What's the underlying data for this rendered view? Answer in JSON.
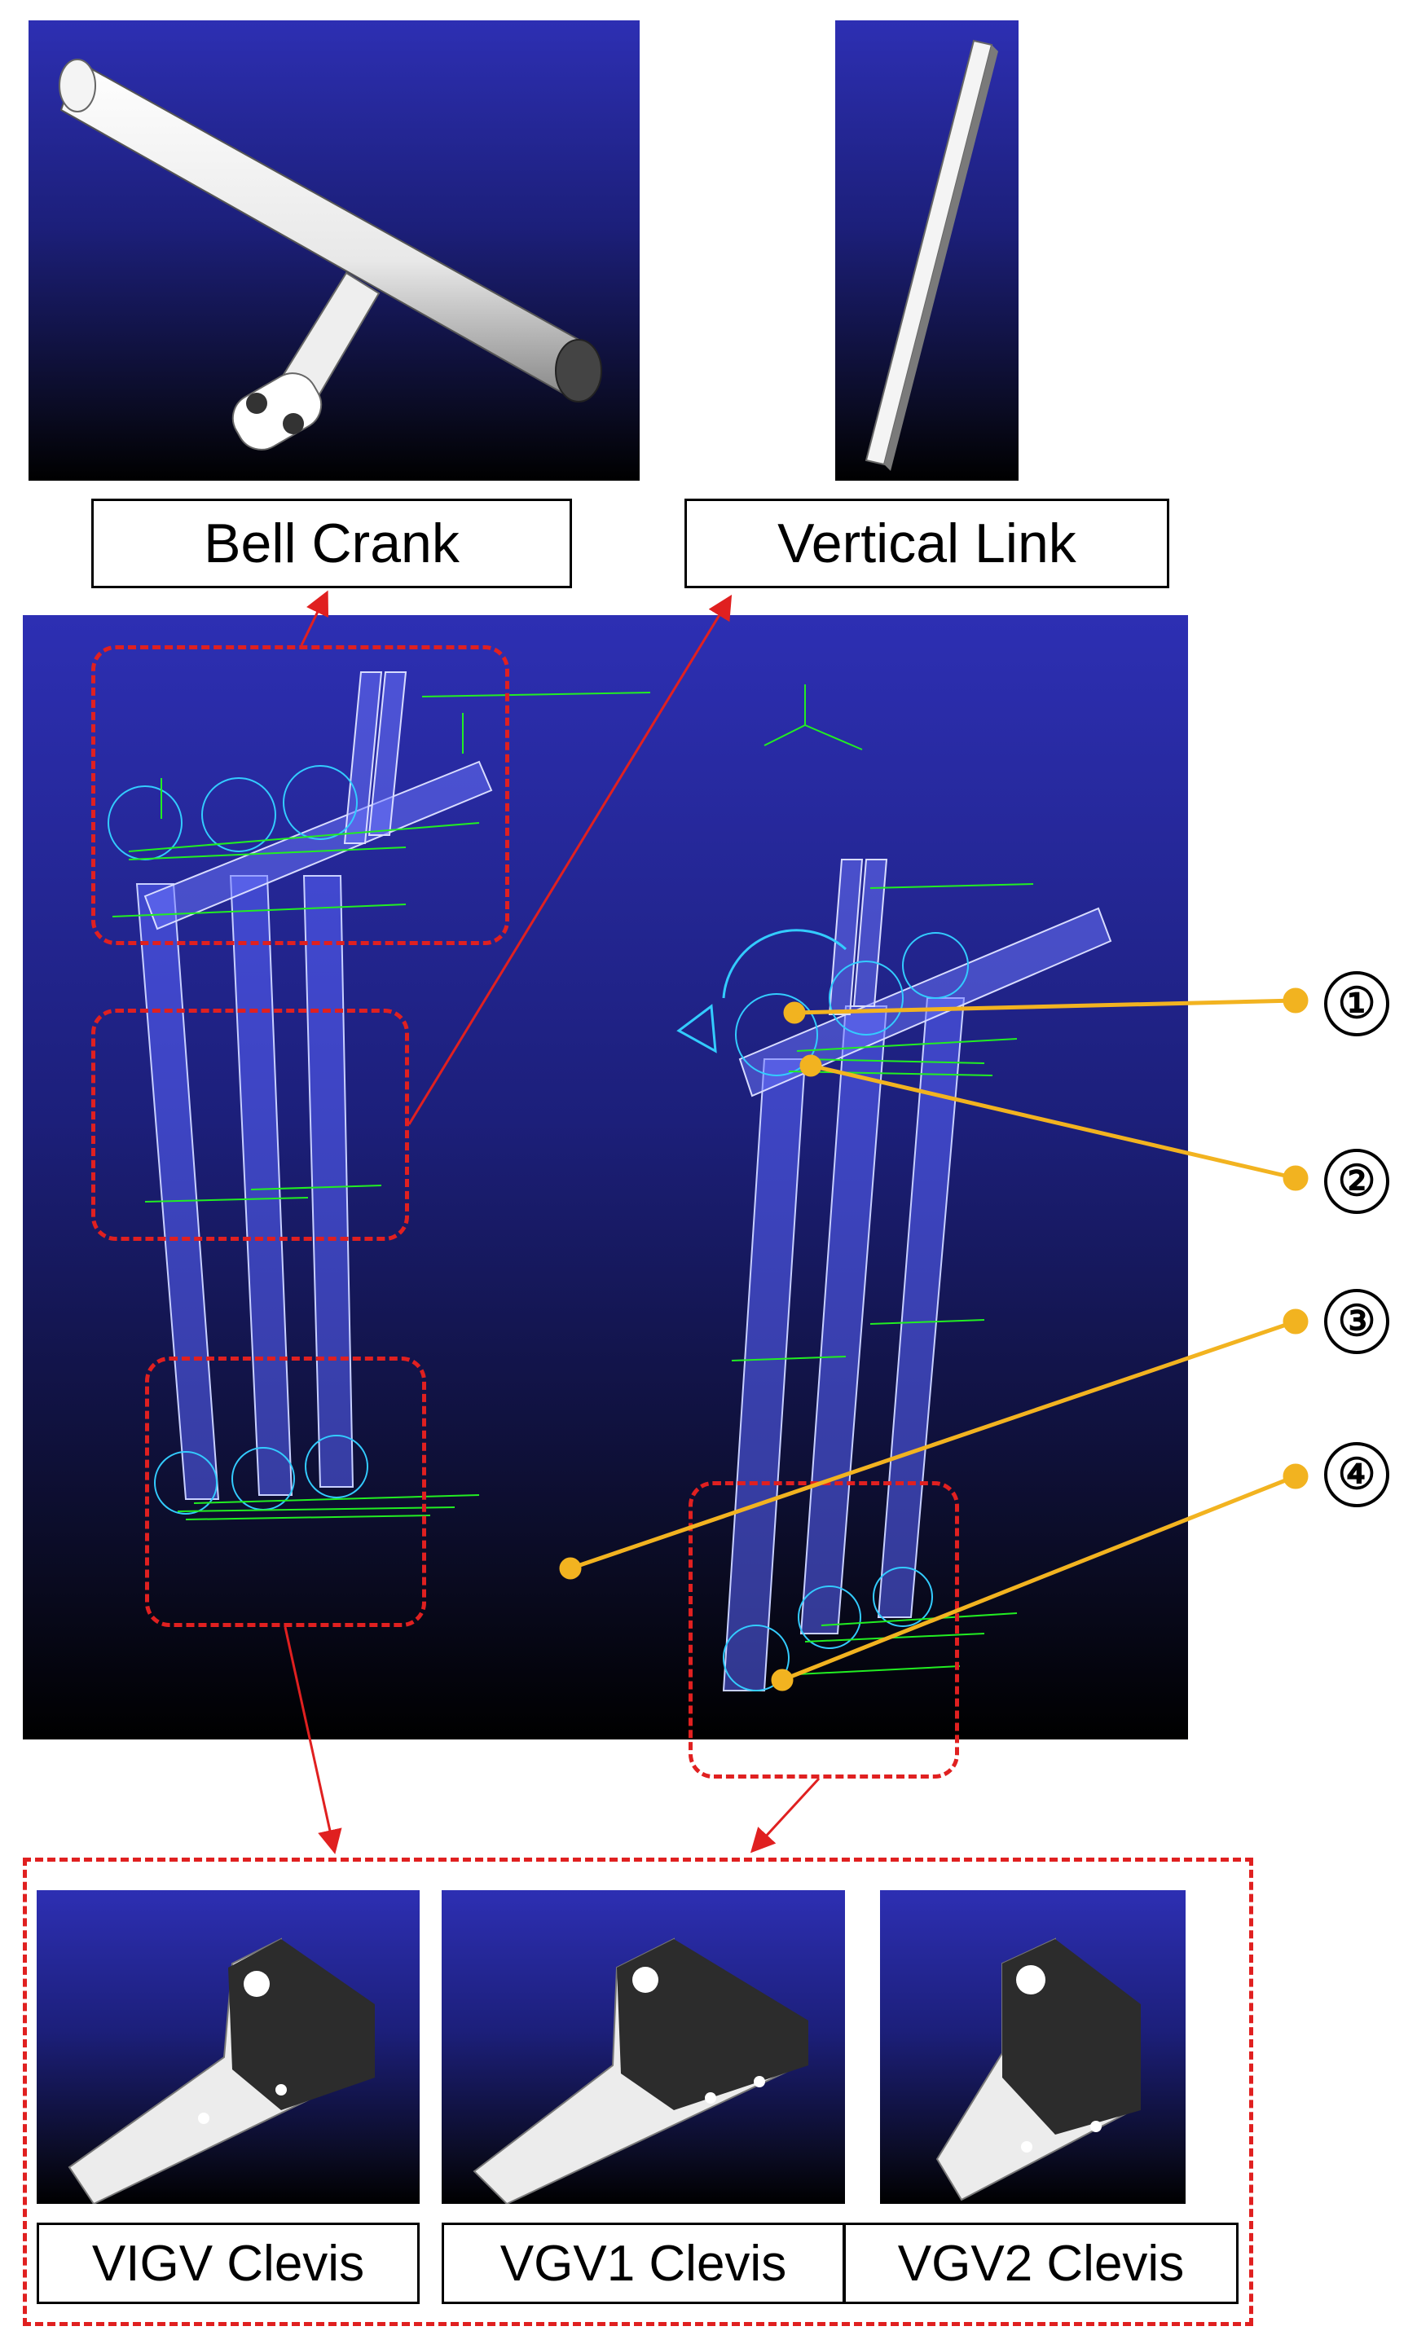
{
  "labels": {
    "bell_crank": "Bell Crank",
    "vertical_link": "Vertical Link",
    "vigv_clevis": "VIGV Clevis",
    "vgv1_clevis": "VGV1 Clevis",
    "vgv2_clevis": "VGV2 Clevis"
  },
  "callouts": [
    "①",
    "②",
    "③",
    "④"
  ],
  "colors": {
    "dash_red": "#e02020",
    "leader_yellow": "#f2b320",
    "panel_blue": "#2d2fb3",
    "wire_green": "#22ee22",
    "wire_cyan": "#33ccff"
  }
}
